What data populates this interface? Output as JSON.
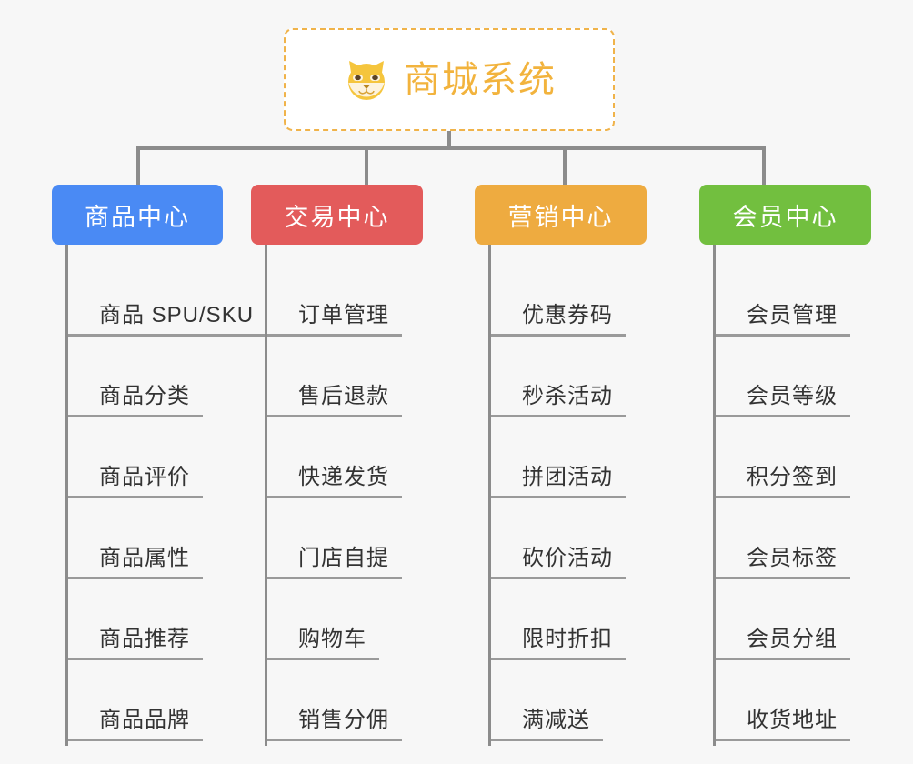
{
  "diagram": {
    "type": "org-chart",
    "background_color": "#f7f7f7",
    "connector_color": "#8c8c8c",
    "root": {
      "icon": "shiba-dog-face-emoji",
      "title": "商城系统",
      "text_color": "#f2b33d",
      "border_color": "#f0b34a",
      "border_style": "dashed",
      "background_color": "#ffffff"
    },
    "columns": [
      {
        "header": "商品中心",
        "color": "#4a8af4",
        "items": [
          "商品 SPU/SKU",
          "商品分类",
          "商品评价",
          "商品属性",
          "商品推荐",
          "商品品牌"
        ]
      },
      {
        "header": "交易中心",
        "color": "#e35b5b",
        "items": [
          "订单管理",
          "售后退款",
          "快递发货",
          "门店自提",
          "购物车",
          "销售分佣"
        ]
      },
      {
        "header": "营销中心",
        "color": "#eeab40",
        "items": [
          "优惠券码",
          "秒杀活动",
          "拼团活动",
          "砍价活动",
          "限时折扣",
          "满减送"
        ]
      },
      {
        "header": "会员中心",
        "color": "#72bf3f",
        "items": [
          "会员管理",
          "会员等级",
          "积分签到",
          "会员标签",
          "会员分组",
          "收货地址"
        ]
      }
    ]
  }
}
